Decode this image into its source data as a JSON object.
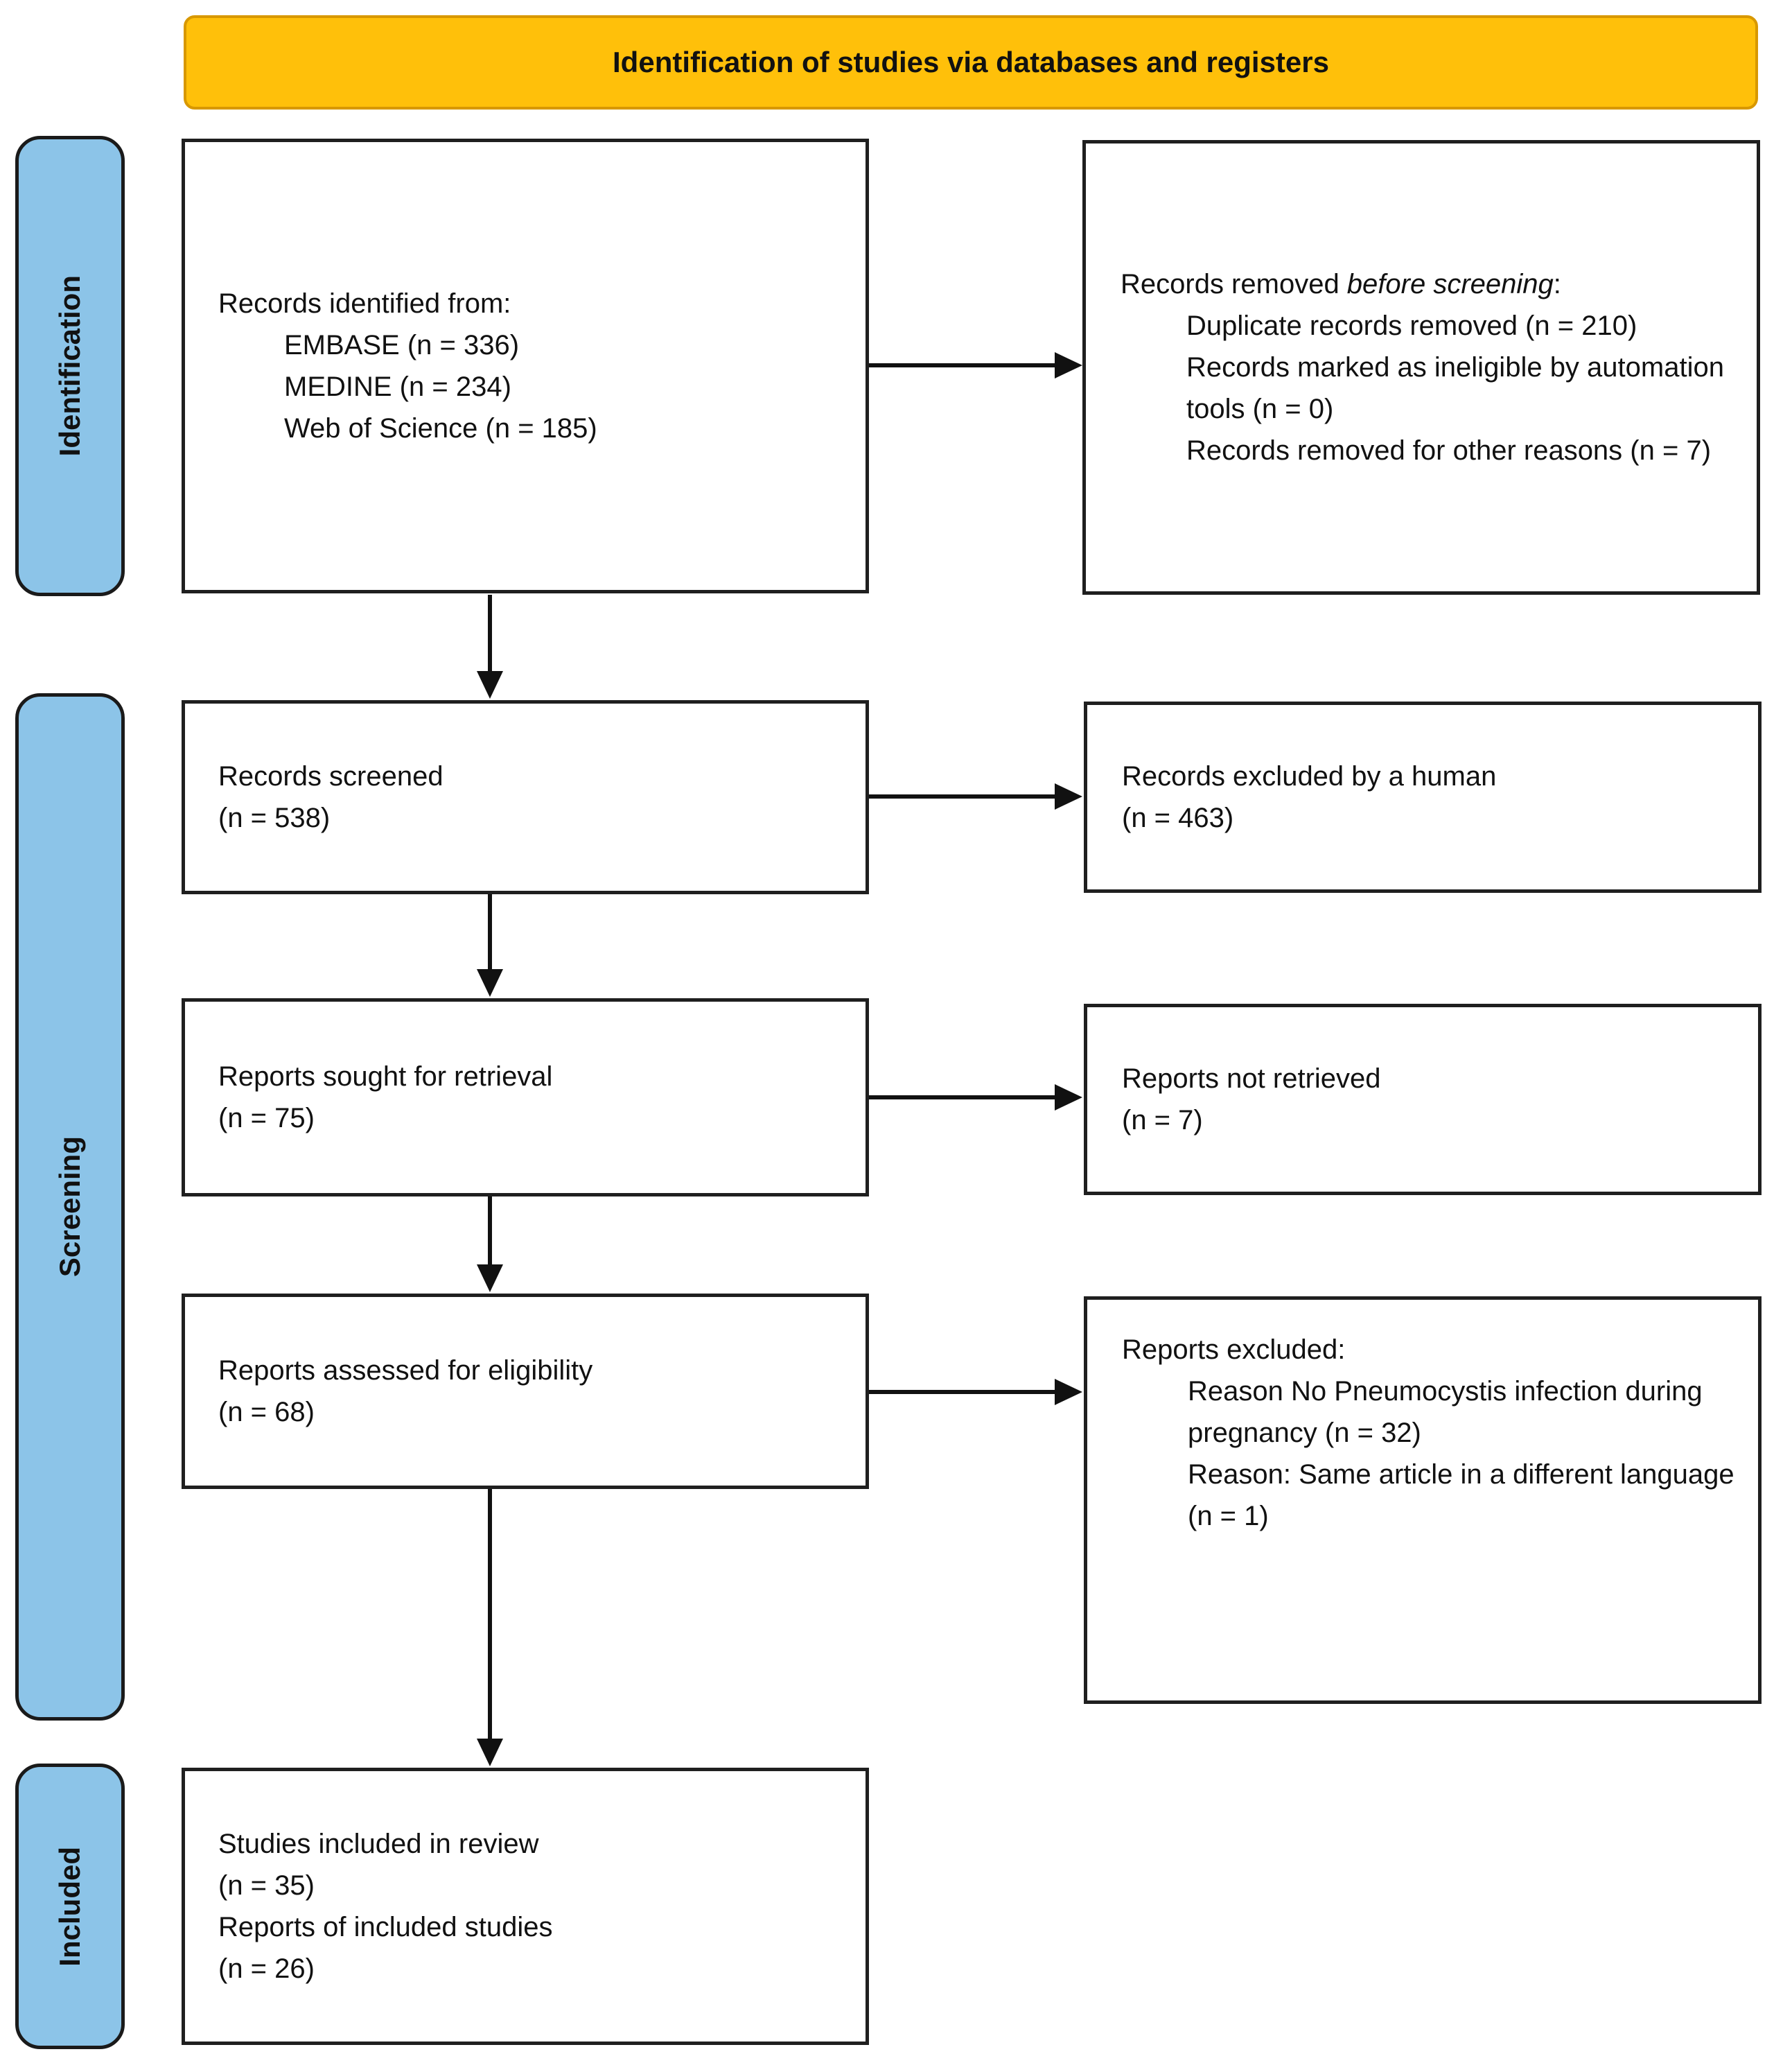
{
  "title": "Identification of studies via databases and registers",
  "sidebar": {
    "identification": "Identification",
    "screening": "Screening",
    "included": "Included"
  },
  "boxes": {
    "records_identified": {
      "heading": "Records identified from:",
      "items": [
        "EMBASE (n = 336)",
        "MEDINE (n = 234)",
        "Web of Science (n = 185)"
      ]
    },
    "records_removed": {
      "heading_prefix": "Records removed ",
      "heading_italic": "before screening",
      "heading_suffix": ":",
      "items": [
        "Duplicate records removed (n = 210)",
        "Records marked as ineligible by automation tools (n = 0)",
        "Records removed for other reasons (n = 7)"
      ]
    },
    "records_screened": {
      "line1": "Records screened",
      "line2": "(n = 538)"
    },
    "records_excluded_human": {
      "line1": "Records excluded by a human",
      "line2": "(n = 463)"
    },
    "reports_sought": {
      "line1": "Reports sought for retrieval",
      "line2": "(n = 75)"
    },
    "reports_not_retrieved": {
      "line1": "Reports not retrieved",
      "line2": "(n = 7)"
    },
    "reports_assessed": {
      "line1": "Reports assessed for eligibility",
      "line2": "(n = 68)"
    },
    "reports_excluded": {
      "heading": "Reports excluded:",
      "items": [
        "Reason No Pneumocystis infection during pregnancy (n = 32)",
        "Reason: Same article in a different language (n = 1)"
      ]
    },
    "studies_included": {
      "lines": [
        "Studies included in review",
        "(n = 35)",
        "Reports of included studies",
        "(n = 26)"
      ]
    }
  },
  "colors": {
    "header_fill": "#FFC00A",
    "header_border": "#D89800",
    "sidebar_fill": "#8CC4E8",
    "sidebar_border": "#1A1A1A",
    "box_border": "#1F1F1F",
    "arrow": "#111111",
    "text": "#111111"
  }
}
